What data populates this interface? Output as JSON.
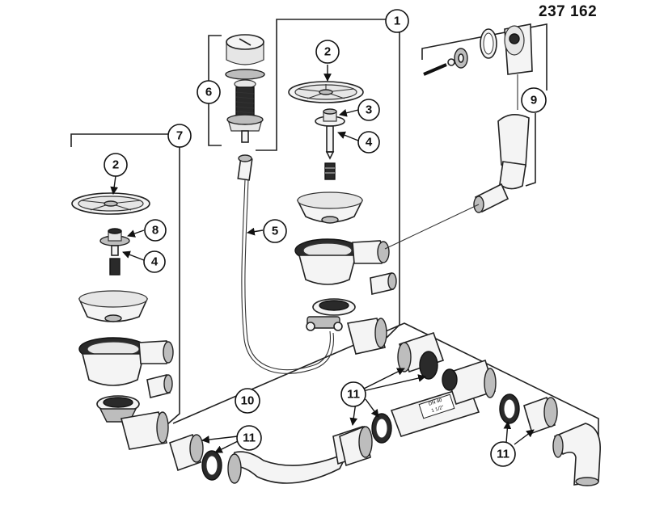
{
  "diagram": {
    "product_code": "237 162",
    "callouts": {
      "c1": "1",
      "c2a": "2",
      "c2b": "2",
      "c3": "3",
      "c4a": "4",
      "c4b": "4",
      "c5": "5",
      "c6": "6",
      "c7": "7",
      "c8": "8",
      "c9": "9",
      "c10": "10",
      "c11a": "11",
      "c11b": "11",
      "c11c": "11"
    },
    "pipe_labels": {
      "label_top": "DN 40",
      "label_bottom": "1 1/2\""
    }
  }
}
